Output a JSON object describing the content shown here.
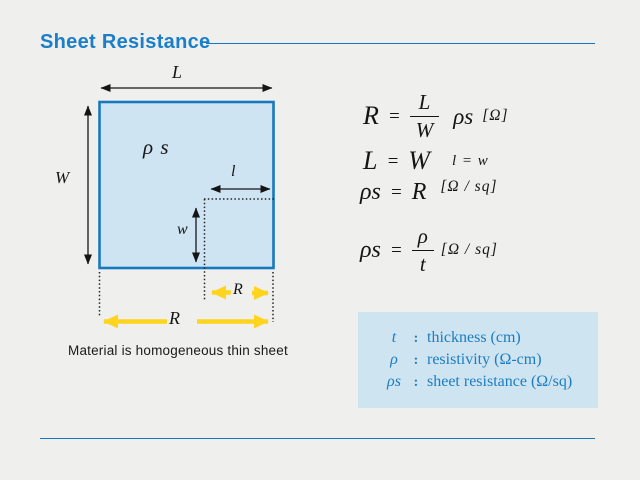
{
  "slide": {
    "title": "Sheet Resistance",
    "caption": "Material is homogeneous thin sheet"
  },
  "colors": {
    "accent_blue": "#1b7ec8",
    "rule_blue": "#1777c2",
    "sheet_fill": "#cfe4f2",
    "sheet_border": "#1878bf",
    "legend_fill": "#cfe4f1",
    "arrow_yellow": "#ffd41f",
    "background": "#efefee",
    "diagram_black": "#151515"
  },
  "diagram": {
    "length_label": "L",
    "width_label": "W",
    "sheet_label": "ρ s",
    "small_length_label": "l",
    "small_width_label": "w",
    "small_resistance_label": "R",
    "total_resistance_label": "R"
  },
  "equations": {
    "eq1": {
      "lhs": "R",
      "equals": "=",
      "num": "L",
      "den": "W",
      "factor": "ρs",
      "unit": "[Ω]"
    },
    "eq2": {
      "lhs": "L",
      "equals": "=",
      "rhs": "W",
      "note": "l = w"
    },
    "eq3": {
      "lhs": "ρs",
      "equals": "=",
      "rhs": "R",
      "unit": "[Ω / sq]"
    },
    "eq4": {
      "lhs": "ρs",
      "equals": "=",
      "num": "ρ",
      "den": "t",
      "unit": "[Ω / sq]"
    }
  },
  "legend": {
    "items": [
      {
        "symbol": "t",
        "colon": ":",
        "desc": "thickness (cm)"
      },
      {
        "symbol": "ρ",
        "colon": ":",
        "desc": "resistivity (Ω-cm)"
      },
      {
        "symbol": "ρs",
        "colon": ":",
        "desc": "sheet resistance (Ω/sq)"
      }
    ]
  }
}
